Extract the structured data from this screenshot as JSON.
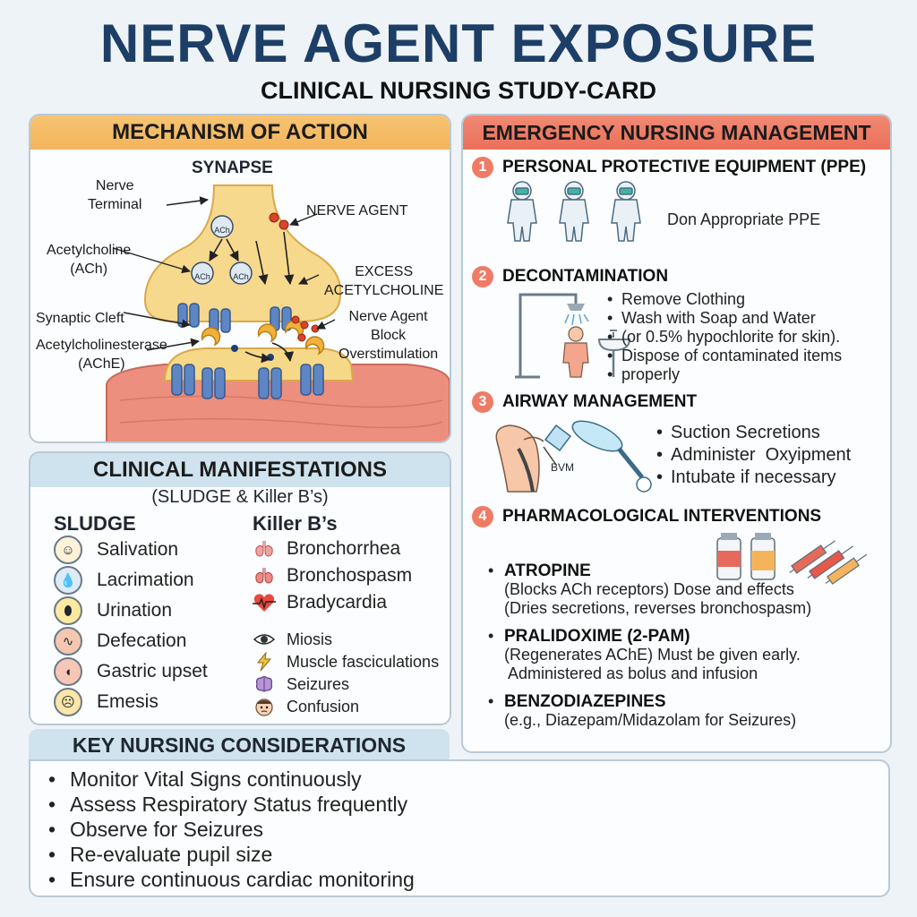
{
  "header": {
    "title": "NERVE AGENT EXPOSURE",
    "subtitle": "CLINICAL NURSING STUDY-CARD"
  },
  "mechanism": {
    "heading": "MECHANISM OF ACTION",
    "diagram_title": "SYNAPSE",
    "labels": {
      "nerve_terminal": "Nerve\nTerminal",
      "nerve_agent": "NERVE AGENT",
      "acetylcholine": "Acetylcholine\n(ACh)",
      "excess_ach": "EXCESS\nACETYLCHOLINE",
      "synaptic_cleft": "Synaptic Cleft",
      "nerve_agent_block": "Nerve Agent\nBlock\nOverstimulation",
      "ache": "Acetylcholinesterase\n(AChE)"
    },
    "molecule_texts": [
      "ACh",
      "ACh",
      "ACh"
    ]
  },
  "clinical": {
    "heading": "CLINICAL MANIFESTATIONS",
    "subheading": "(SLUDGE & Killer B’s)",
    "sludge_title": "SLUDGE",
    "sludge": [
      {
        "label": "Salivation",
        "icon": "face-icon"
      },
      {
        "label": "Lacrimation",
        "icon": "tears-icon"
      },
      {
        "label": "Urination",
        "icon": "bladder-icon"
      },
      {
        "label": "Defecation",
        "icon": "intestine-icon"
      },
      {
        "label": "Gastric upset",
        "icon": "stomach-icon"
      },
      {
        "label": "Emesis",
        "icon": "vomit-icon"
      }
    ],
    "killer_title": "Killer B’s",
    "killer_bs": [
      {
        "label": "Bronchorrhea",
        "icon": "lungs-icon"
      },
      {
        "label": "Bronchospasm",
        "icon": "lungs-icon"
      },
      {
        "label": "Bradycardia",
        "icon": "heart-ecg-icon"
      }
    ],
    "other_signs": [
      {
        "label": "Miosis",
        "icon": "eye-icon"
      },
      {
        "label": "Muscle fasciculations",
        "icon": "lightning-icon"
      },
      {
        "label": "Seizures",
        "icon": "brain-icon"
      },
      {
        "label": "Confusion",
        "icon": "confused-face-icon"
      }
    ]
  },
  "emergency": {
    "heading": "EMERGENCY NURSING MANAGEMENT",
    "steps": [
      {
        "number": "1",
        "title": "PERSONAL PROTECTIVE EQUIPMENT (PPE)",
        "text": "Don Appropriate PPE"
      },
      {
        "number": "2",
        "title": "DECONTAMINATION",
        "bullets": [
          "Remove Clothing",
          "Wash with Soap and Water",
          "(or 0.5% hypochlorite for skin).",
          "Dispose of contaminated items",
          "properly"
        ]
      },
      {
        "number": "3",
        "title": "AIRWAY MANAGEMENT",
        "device_label": "BVM",
        "bullets": [
          "Suction Secretions",
          "Administer  Oxyipment",
          "Intubate if necessary"
        ]
      },
      {
        "number": "4",
        "title": "PHARMACOLOGICAL INTERVENTIONS"
      }
    ],
    "drugs": [
      {
        "name": "ATROPINE",
        "lines": [
          "(Blocks ACh receptors) Dose and effects",
          "(Dries secretions, reverses bronchospasm)"
        ]
      },
      {
        "name": "PRALIDOXIME (2-PAM)",
        "lines": [
          "(Regenerates AChE) Must be given early.",
          " Administered as bolus and infusion"
        ]
      },
      {
        "name": "BENZODIAZEPINES",
        "lines": [
          "(e.g., Diazepam/Midazolam for Seizures)"
        ]
      }
    ]
  },
  "key": {
    "heading": "KEY NURSING CONSIDERATIONS",
    "items": [
      "Monitor Vital Signs continuously",
      "Assess Respiratory Status frequently",
      "Observe for Seizures",
      "Re-evaluate pupil size",
      "Ensure continuous cardiac monitoring"
    ]
  },
  "colors": {
    "title": "#1d3e66",
    "orange_header": "#f3b45c",
    "red_header": "#ec6f5a",
    "blue_header": "#cfe3ee",
    "number_badge": "#ef7b66"
  }
}
